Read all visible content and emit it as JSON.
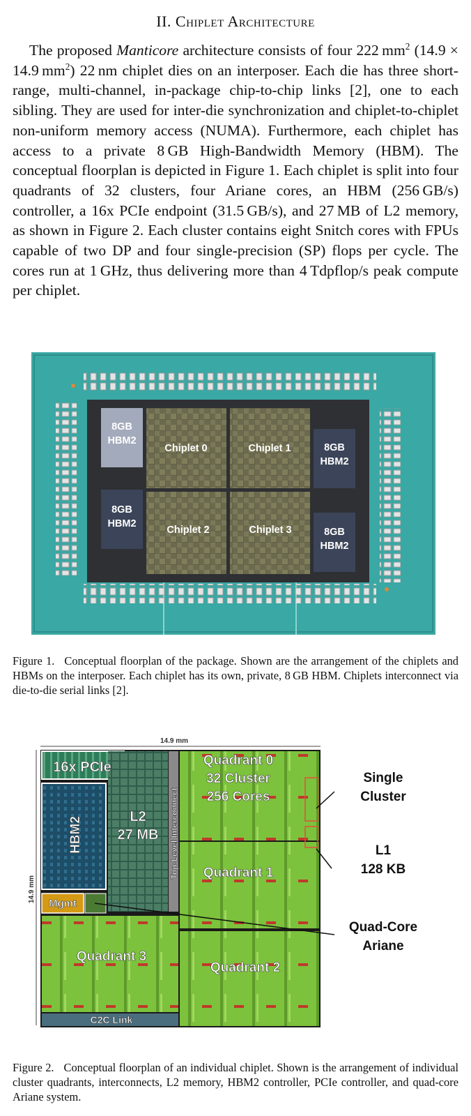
{
  "section": {
    "numeral": "II.",
    "title": "Chiplet Architecture"
  },
  "paragraph": {
    "p1": "The proposed ",
    "manticore": "Manticore",
    "p2": " architecture consists of four 222 mm",
    "p3": " (14.9 × 14.9 mm",
    "p4": ") 22 nm chiplet dies on an interposer. Each die has three short-range, multi-channel, in-package chip-to-chip links [2], one to each sibling. They are used for inter-die synchronization and chiplet-to-chiplet non-uniform memory access (NUMA). Furthermore, each chiplet has access to a private 8 GB High-Bandwidth Memory (HBM). The conceptual floorplan is depicted in Figure 1. Each chiplet is split into four quadrants of 32 clusters, four Ariane cores, an HBM (256 GB/s) controller, a 16x PCIe endpoint (31.5 GB/s), and 27 MB of L2 memory, as shown in Figure 2. Each cluster contains eight Snitch cores with FPUs capable of two DP and four single-precision (SP) flops per cycle. The cores run at 1 GHz, thus delivering more than 4 Tdpflop/s peak compute per chiplet.",
    "sup": "2"
  },
  "figure1": {
    "hbm_label": "8GB",
    "hbm_label2": "HBM2",
    "chiplets": [
      "Chiplet 0",
      "Chiplet 1",
      "Chiplet 2",
      "Chiplet 3"
    ],
    "colors": {
      "package": "#3aa8a4",
      "die": "#2f3033",
      "hbm": "#3b4458",
      "hbm_light": "#9ea6b8"
    },
    "caption_label": "Figure 1.",
    "caption": "Conceptual floorplan of the package. Shown are the arrangement of the chiplets and HBMs on the interposer. Each chiplet has its own, private, 8 GB HBM. Chiplets interconnect via die-to-die serial links [2]."
  },
  "figure2": {
    "width_label": "14.9 mm",
    "height_label": "14.9 mm",
    "pcie": "16x PCIe",
    "hbm": "HBM2",
    "l2_line1": "L2",
    "l2_line2": "27 MB",
    "interconnect": "Top-Level Interconnect",
    "mgmt": "Mgmt",
    "q0_line1": "Quadrant 0",
    "q0_line2": "32 Cluster",
    "q0_line3": "256 Cores",
    "q1": "Quadrant 1",
    "q2": "Quadrant 2",
    "q3": "Quadrant 3",
    "c2c": "C2C Link",
    "ann_cluster_1": "Single",
    "ann_cluster_2": "Cluster",
    "ann_l1_1": "L1",
    "ann_l1_2": "128 KB",
    "ann_ariane_1": "Quad-Core",
    "ann_ariane_2": "Ariane",
    "colors": {
      "quadrant": "#7cc23c",
      "pcie": "#2e7d5a",
      "hbm": "#1e4d68",
      "l2": "#2f5d4c",
      "mgmt": "#d49a14",
      "interconnect": "#8a8a8a"
    },
    "caption_label": "Figure 2.",
    "caption": "Conceptual floorplan of an individual chiplet. Shown is the arrangement of individual cluster quadrants, interconnects, L2 memory, HBM2 controller, PCIe controller, and quad-core Ariane system."
  }
}
